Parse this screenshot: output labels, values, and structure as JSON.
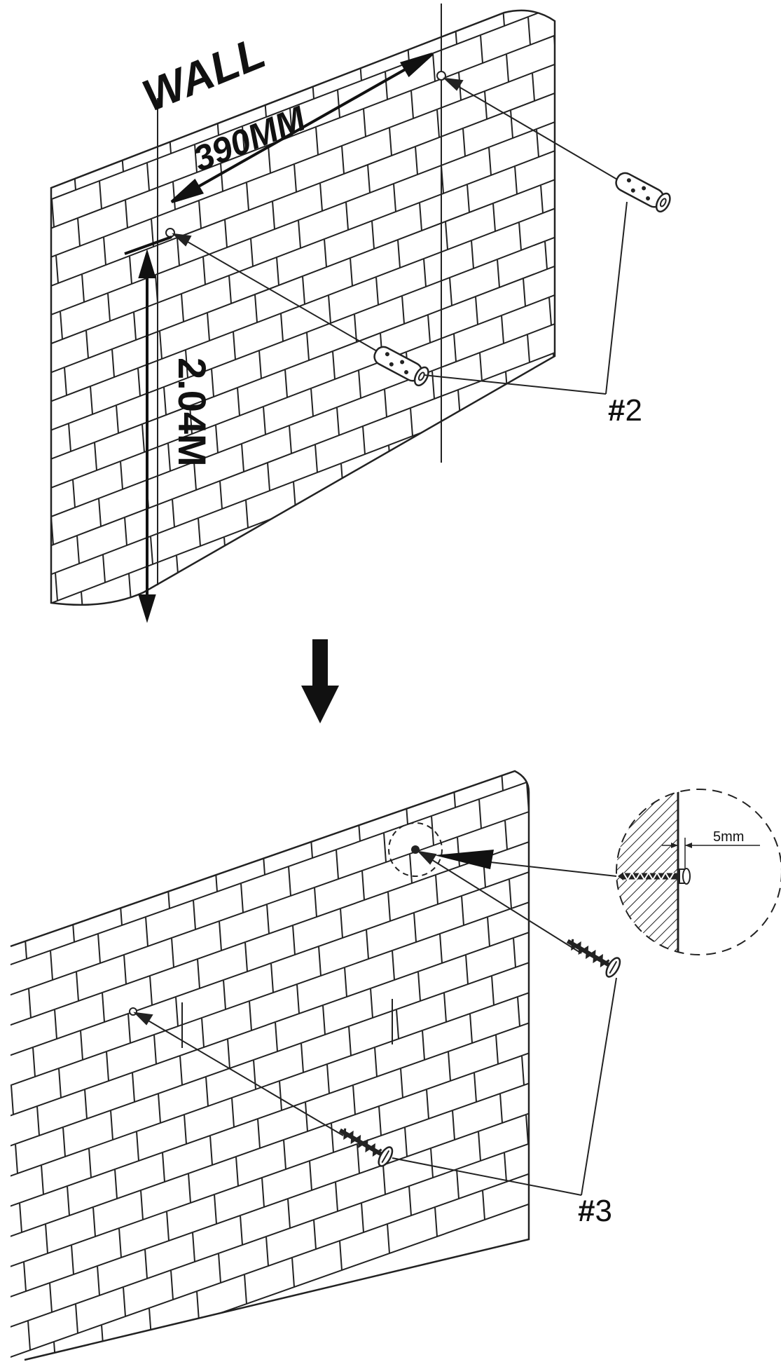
{
  "labels": {
    "wall": "WALL",
    "horizontal_spacing": "390MM",
    "mount_height": "2.04M",
    "anchor_ref_hash": "#",
    "anchor_ref_num": "2",
    "screw_ref_hash": "#",
    "screw_ref_num": "3",
    "screw_depth": "5mm"
  },
  "colors": {
    "line": "#222222",
    "background": "#ffffff"
  },
  "icons": {
    "step_arrow": "arrow-down-icon",
    "anchor": "wall-anchor-icon",
    "screw": "screw-icon",
    "detail": "magnifier-detail-icon"
  }
}
